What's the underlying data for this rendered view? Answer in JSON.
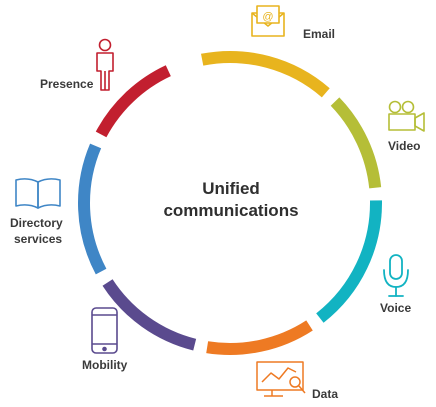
{
  "center": {
    "line1": "Unified",
    "line2": "communications"
  },
  "segments": [
    {
      "id": "email",
      "label": "Email",
      "color": "#E8B41E",
      "icon": "envelope-icon"
    },
    {
      "id": "video",
      "label": "Video",
      "color": "#B5BE37",
      "icon": "video-camera-icon"
    },
    {
      "id": "voice",
      "label": "Voice",
      "color": "#12B3C2",
      "icon": "microphone-icon"
    },
    {
      "id": "data",
      "label": "Data",
      "color": "#EE7A23",
      "icon": "analytics-monitor-icon"
    },
    {
      "id": "mobility",
      "label": "Mobility",
      "color": "#5A4A8E",
      "icon": "smartphone-icon"
    },
    {
      "id": "directory",
      "label_line1": "Directory",
      "label_line2": "services",
      "color": "#3F86C6",
      "icon": "open-book-icon"
    },
    {
      "id": "presence",
      "label": "Presence",
      "color": "#C21F2F",
      "icon": "person-icon"
    }
  ]
}
